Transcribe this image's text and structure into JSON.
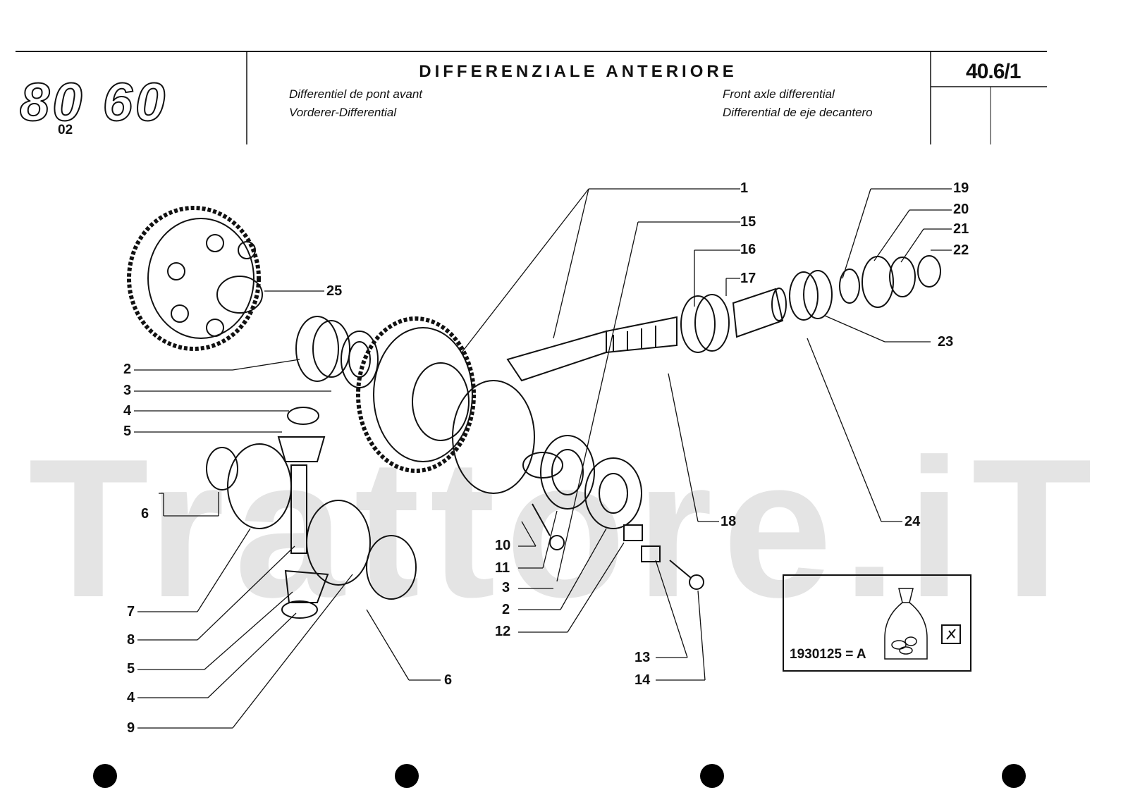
{
  "header": {
    "logo": "80 60",
    "variant": "02",
    "title": "DIFFERENZIALE ANTERIORE",
    "subtitle_fr": "Differentiel de pont avant",
    "subtitle_de": "Vorderer-Differential",
    "subtitle_en": "Front axle differential",
    "subtitle_es": "Differential de eje decantero",
    "page_code": "40.6/1"
  },
  "watermark": "Trattore.iT",
  "kit": {
    "code": "1930125 = A"
  },
  "callouts": [
    "1",
    "15",
    "16",
    "17",
    "19",
    "20",
    "21",
    "22",
    "23",
    "25",
    "2",
    "3",
    "4",
    "5",
    "6",
    "7",
    "8",
    "5",
    "4",
    "9",
    "6",
    "10",
    "11",
    "3",
    "2",
    "12",
    "18",
    "24",
    "13",
    "14"
  ]
}
